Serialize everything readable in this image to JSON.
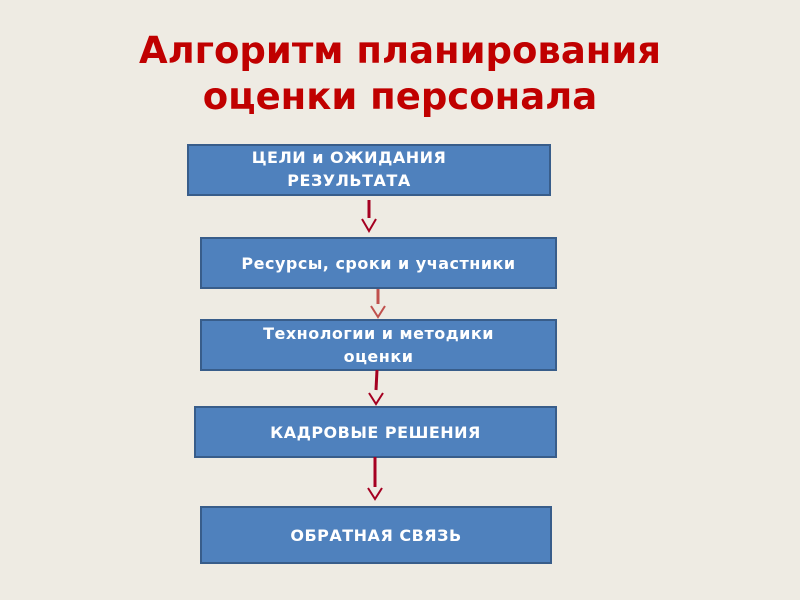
{
  "title": {
    "line1": "Алгоритм планирования",
    "line2": "оценки персонала"
  },
  "steps": [
    {
      "label": "ЦЕЛИ  и ОЖИДАНИЯ РЕЗУЛЬТАТА"
    },
    {
      "label": "Ресурсы, сроки и участники"
    },
    {
      "label": "Технологии и методики оценки"
    },
    {
      "label": "КАДРОВЫЕ  РЕШЕНИЯ"
    },
    {
      "label": "ОБРАТНАЯ СВЯЗЬ"
    }
  ],
  "colors": {
    "background": "#eeebe3",
    "title": "#c00000",
    "box_fill": "#4f81bd",
    "box_border": "#385d8a",
    "arrow": "#a50021"
  }
}
